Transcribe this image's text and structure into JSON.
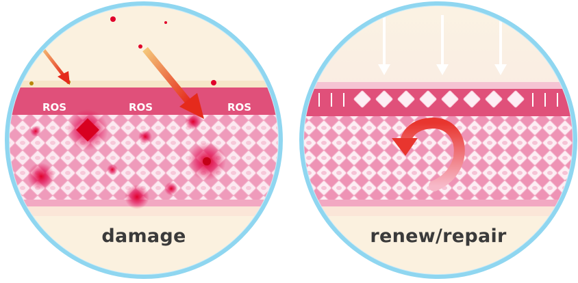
{
  "panels": [
    {
      "id": "damage",
      "caption": "damage",
      "ros_labels": [
        "ROS",
        "ROS",
        "ROS"
      ]
    },
    {
      "id": "renew",
      "caption": "renew/repair"
    }
  ],
  "colors": {
    "ring": "#8fd6f0",
    "ring_inner": "#c9ecf8",
    "cream": "#fbf1df",
    "skin_top": "#e0507a",
    "skin_light": "#f7c8d8",
    "cell": "#fbe8f0",
    "damage_red": "#e0002a",
    "arrow_red": "#e8352e"
  }
}
